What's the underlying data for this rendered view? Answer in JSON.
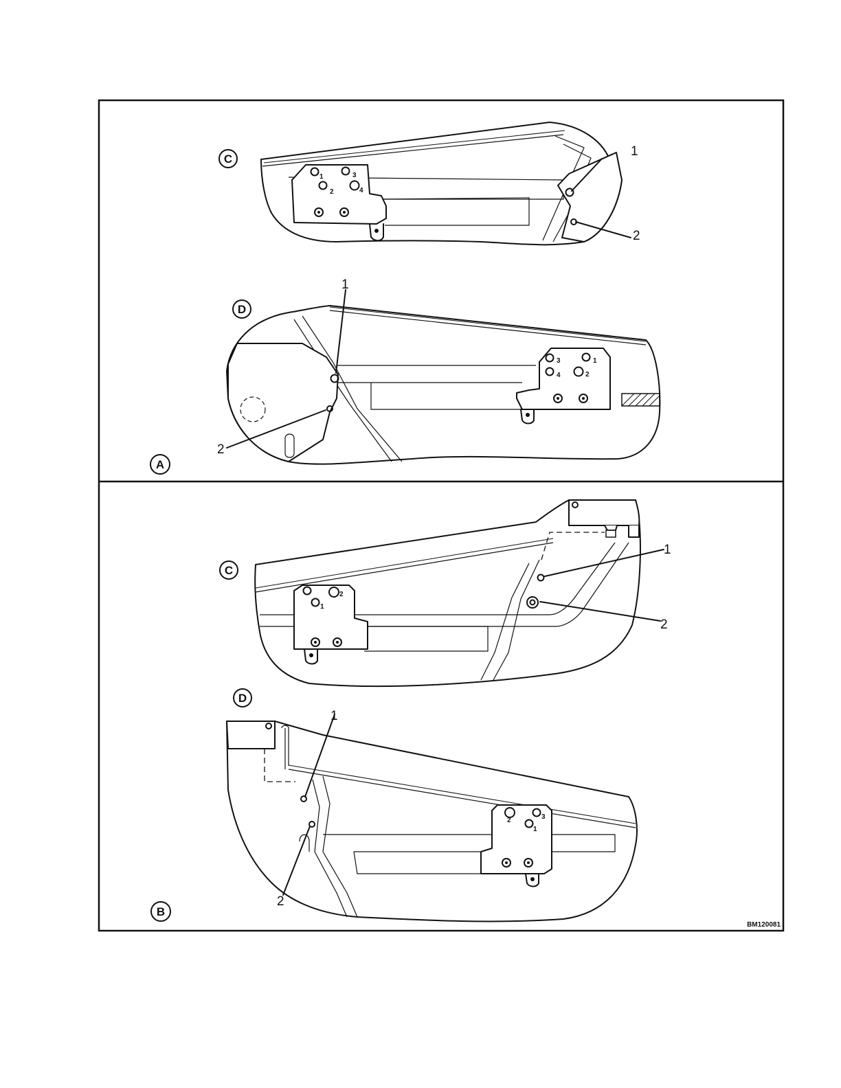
{
  "panels": {
    "A": {
      "label": "A",
      "views": {
        "C": {
          "label": "C",
          "callout_1": "1",
          "callout_2": "2",
          "holes": [
            "1",
            "2",
            "3",
            "4"
          ]
        },
        "D": {
          "label": "D",
          "callout_1": "1",
          "callout_2": "2",
          "holes": [
            "3",
            "1",
            "4",
            "2"
          ]
        }
      }
    },
    "B": {
      "label": "B",
      "views": {
        "C": {
          "label": "C",
          "callout_1": "1",
          "callout_2": "2",
          "holes": [
            "2",
            "1"
          ]
        },
        "D": {
          "label": "D",
          "callout_1": "1",
          "callout_2": "2",
          "holes": [
            "2",
            "3",
            "1"
          ]
        }
      }
    }
  },
  "figure_code": "BM120081"
}
